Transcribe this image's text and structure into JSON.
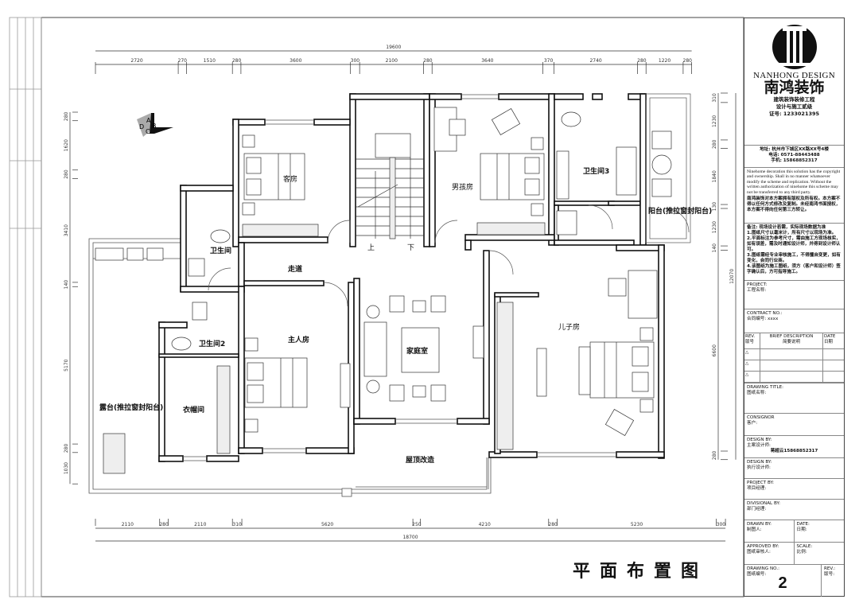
{
  "title_block": {
    "brand_en": "NANHONG DESIGN",
    "brand_cn": "南鸿装饰",
    "qualification_1": "建筑装饰装修工程",
    "qualification_2": "设计与施工贰级",
    "cert_no": "证号: 1233021395",
    "address": "地址: 杭州市下城区XX路XX号4楼",
    "phone": "电话: 0571-88443488",
    "mobile": "手机: 15868852317",
    "copyright_en": "Ninehome decoration this solution has the copyright and ownership. Shall in no manner whatsoever modify the scheme and replication. Without the written authorization of ninehome this scheme may not be transferred to any third party.",
    "copyright_cn": "南鸿装饰对本方案拥有版权及所有权。本方案不得以任何方式修改及复制。未经南鸿书面授权，本方案不得向任何第三方转让。",
    "notes": [
      "备注: 现场设计若需，实际现场数据为准",
      "1.图纸尺寸以毫米计，所有尺寸以现场为准。",
      "2.平面标注为参考尺寸，需由施工方现场核实，如有误差，需及时通知设计师，并得到设计师认可。",
      "3.图纸需经专业审核施工，不得擅自变更，如有变化，会同行业商。",
      "4.该图纸为施工图纸，须方（客户和设计师）签字确认后，方可指导施工。"
    ],
    "project_label": "PROJECT:",
    "project_label_cn": "工程名称:",
    "contract_label": "CONTRACT NO.:",
    "contract_label_cn": "合同编号: xxxx",
    "rev_header": [
      "REV.",
      "BRIEF DESCRIPTION",
      "DATE"
    ],
    "rev_header_cn": [
      "版号",
      "简要说明",
      "日期"
    ],
    "drawing_title_label": "DRAWING TITLE:",
    "drawing_title_label_cn": "图纸名称:",
    "consignor_label": "CONSIGNOR",
    "consignor_label_cn": "客户:",
    "design_by_label": "DESIGN BY:",
    "design_by_label_cn": "主案设计师:",
    "designer": "蒋超云15868852317",
    "design_by2_label": "DESIGN BY:",
    "design_by2_label_cn": "执行设计师:",
    "project_by_label": "PROJECT BY:",
    "project_by_label_cn": "项目经理:",
    "divisional_label": "DIVISIONAL BY:",
    "divisional_label_cn": "部门经理:",
    "drawn_by_label": "DRAWN BY:",
    "drawn_by_label_cn": "制图人:",
    "date_label": "DATE:",
    "date_label_cn": "日期:",
    "approved_label": "APPROVED BY:",
    "approved_label_cn": "图纸审核人:",
    "scale_label": "SCALE:",
    "scale_label_cn": "比例:",
    "drawing_no_label": "DRAWING NO.:",
    "drawing_no_label_cn": "图纸编号:",
    "drawing_no": "2",
    "rev_label": "REV.:",
    "rev_label_cn": "版号:"
  },
  "plan_title": "平面布置图",
  "dimensions": {
    "top_total": "19600",
    "top": [
      "2720",
      "270",
      "1510",
      "280",
      "3600",
      "300",
      "2100",
      "280",
      "3640",
      "370",
      "2740",
      "280",
      "1220",
      "280"
    ],
    "bottom_total": "18700",
    "bottom": [
      "2110",
      "280",
      "2110",
      "310",
      "5620",
      "250",
      "4210",
      "280",
      "5230",
      "300"
    ],
    "right_total": "12070",
    "right": [
      "310",
      "1230",
      "280",
      "1840",
      "130",
      "1230",
      "140",
      "6600",
      "280"
    ],
    "left": [
      "280",
      "1620",
      "280",
      "3410",
      "140",
      "5170",
      "280",
      "1030"
    ]
  },
  "rooms": {
    "guest": "客房",
    "bath1": "卫生间",
    "corridor": "走道",
    "boy": "男孩房",
    "bath3": "卫生间3",
    "balcony": "阳台(推拉窗封阳台)",
    "master": "主人房",
    "bath2": "卫生间2",
    "closet": "衣帽间",
    "terrace": "露台(推拉窗封阳台)",
    "family": "家庭室",
    "roof": "屋顶改造",
    "son": "儿子房"
  },
  "stair": {
    "up": "上",
    "down": "下"
  },
  "compass": [
    "A",
    "B",
    "C",
    "D"
  ]
}
